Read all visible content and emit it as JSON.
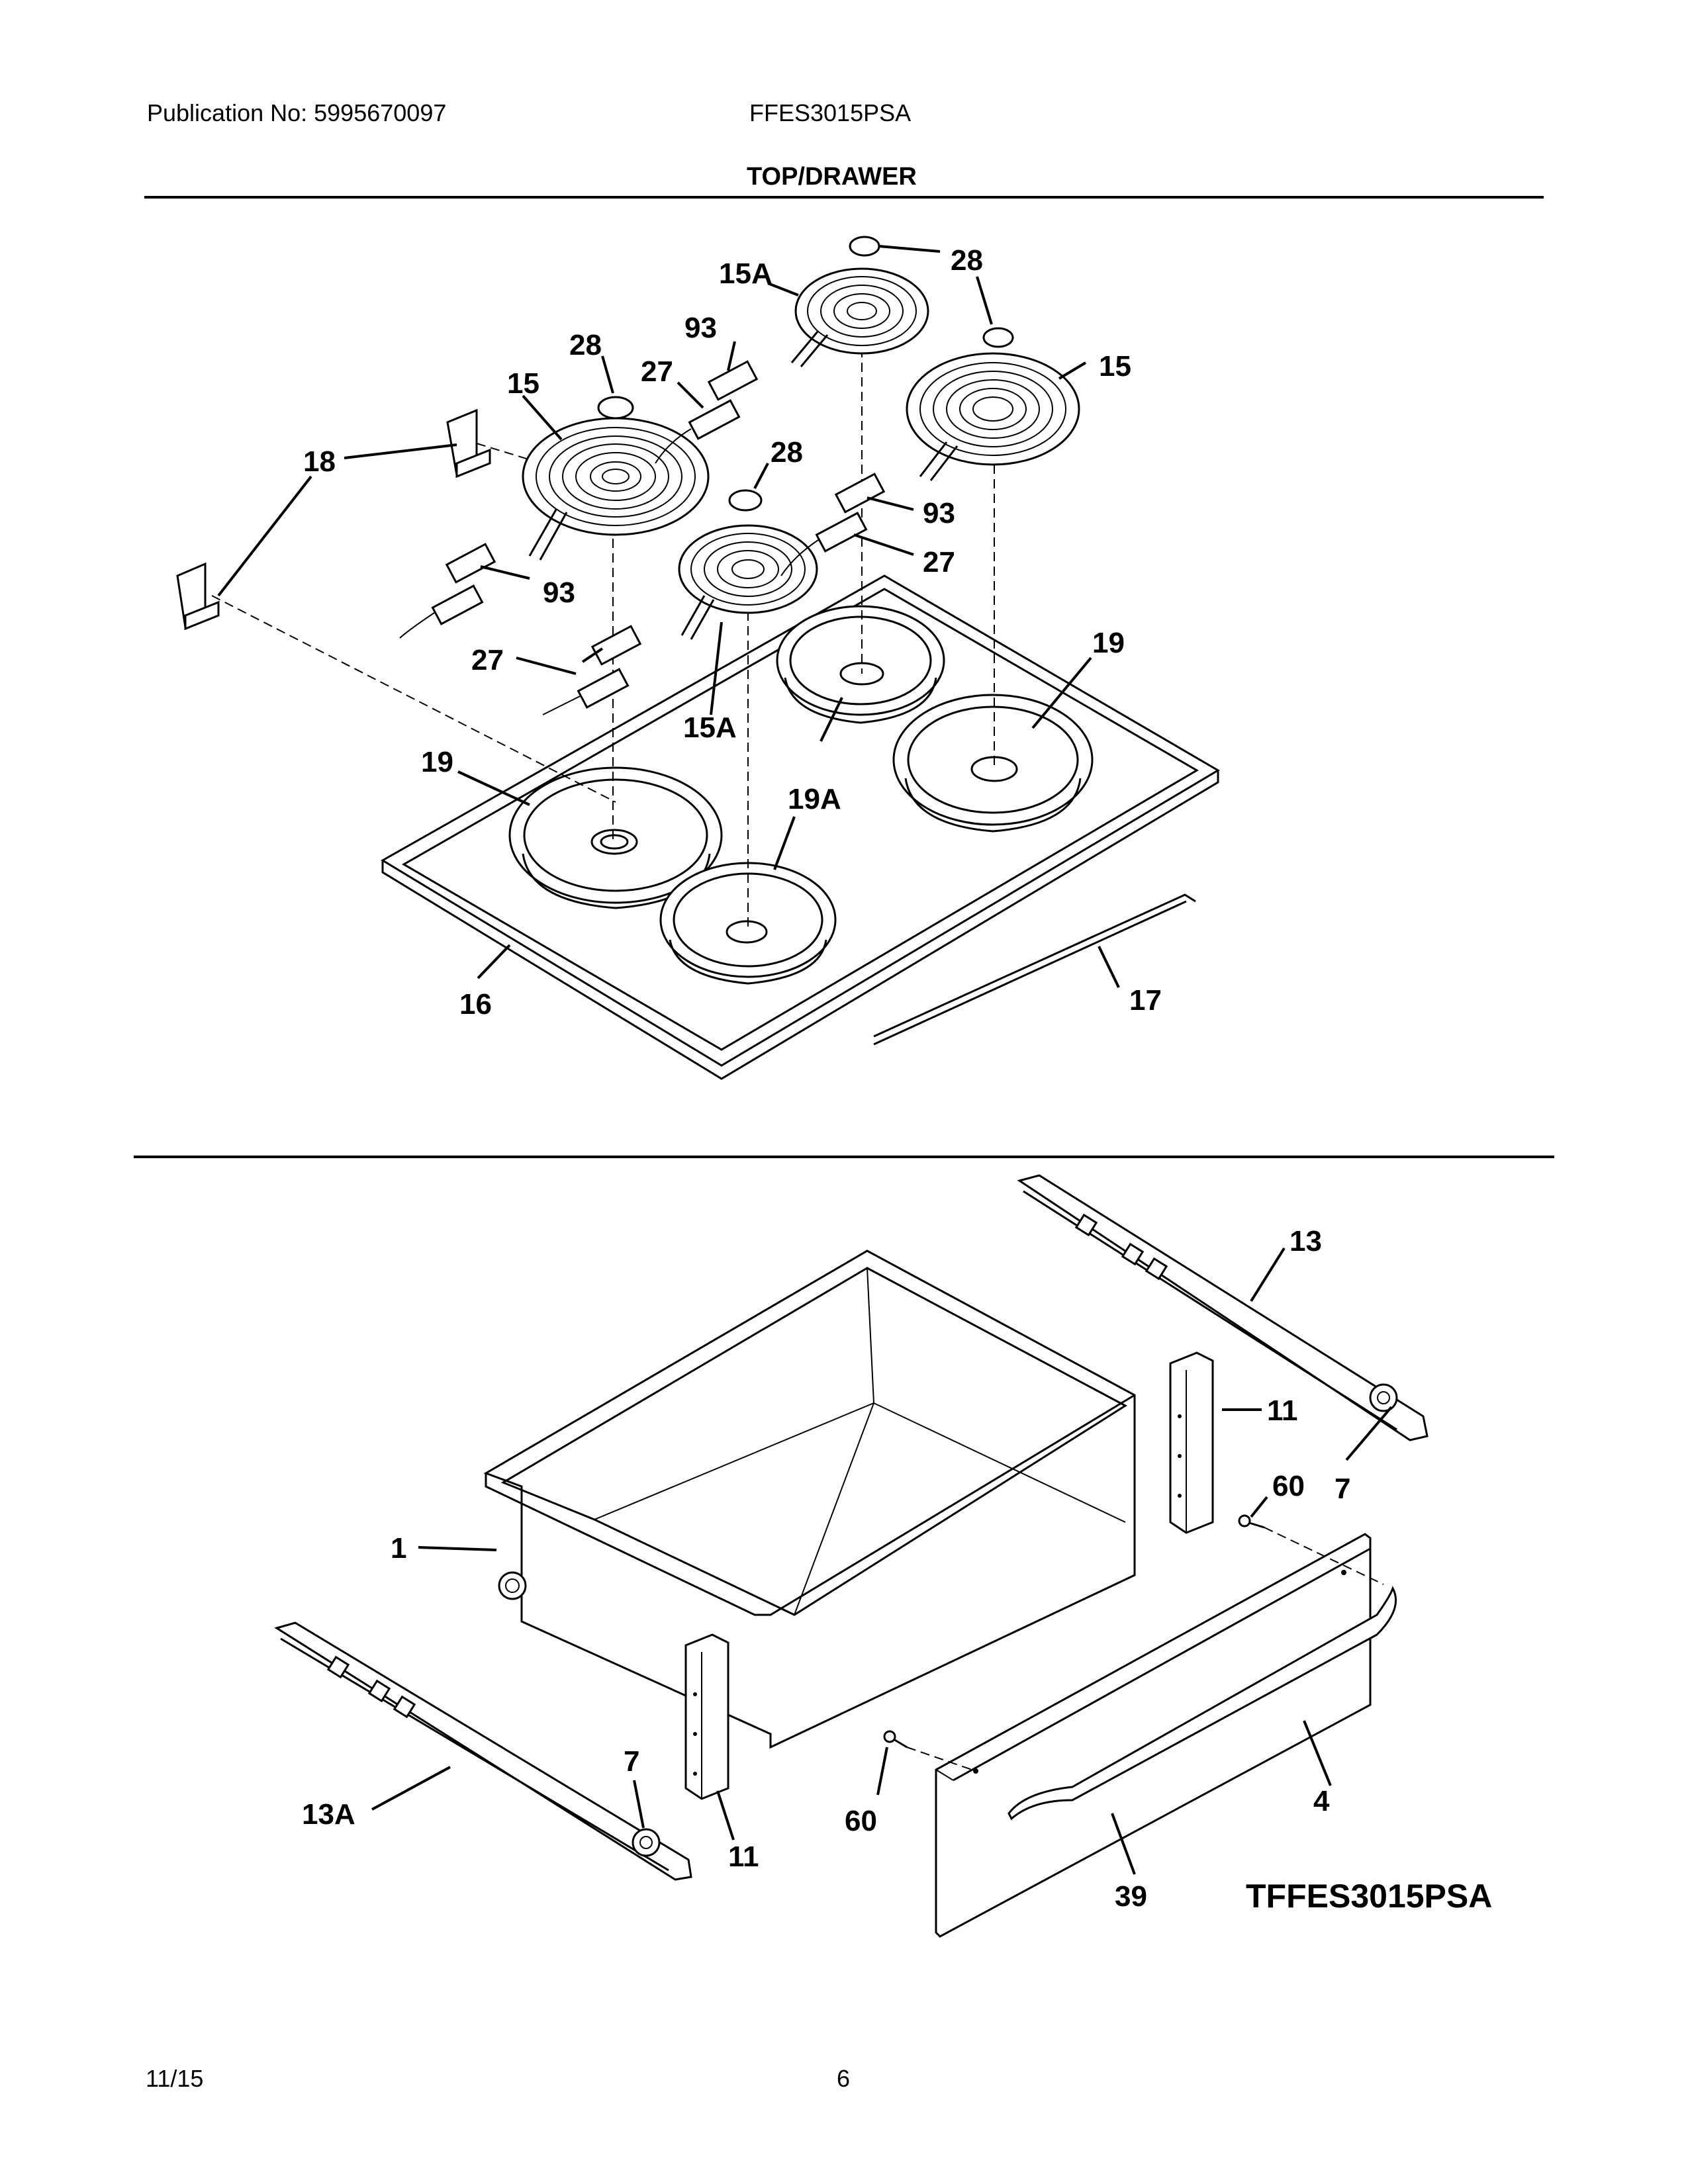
{
  "header": {
    "publication": "Publication No: 5995670097",
    "model": "FFES3015PSA"
  },
  "section_title": "TOP/DRAWER",
  "footer": {
    "date": "11/15",
    "page": "6"
  },
  "callouts": {
    "top": {
      "c15a_top": "15A",
      "c28_top": "28",
      "c28_left": "28",
      "c93_top": "93",
      "c27_top": "27",
      "c15_left": "15",
      "c15_right": "15",
      "c28_mid": "28",
      "c18": "18",
      "c93_right": "93",
      "c27_right": "27",
      "c93_left": "93",
      "c27_left": "27",
      "c15a_bottom": "15A",
      "c19_right": "19",
      "c19_left": "19",
      "c19a": "19A",
      "c16": "16",
      "c17": "17"
    },
    "drawer": {
      "c13": "13",
      "c11_right": "11",
      "c60_right": "60",
      "c7_right": "7",
      "c1": "1",
      "c7_left": "7",
      "c13a": "13A",
      "c11_left": "11",
      "c60_left": "60",
      "c4": "4",
      "c39": "39"
    }
  },
  "model_tag": "TFFES3015PSA"
}
